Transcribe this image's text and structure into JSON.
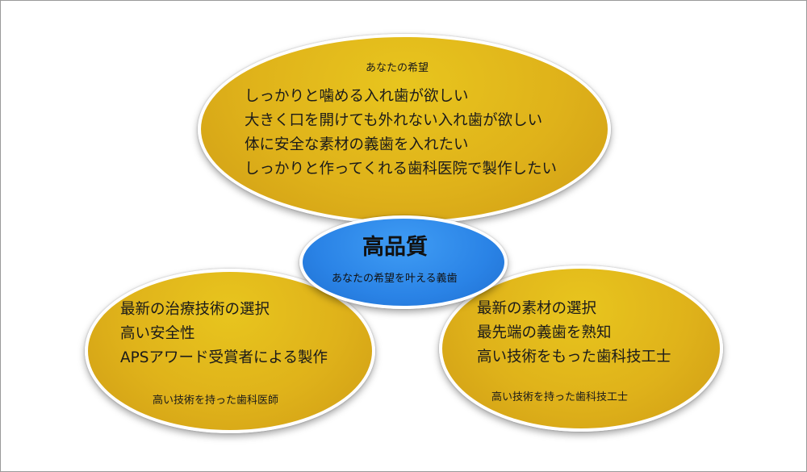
{
  "top_bubble": {
    "caption": "あなたの希望",
    "lines": [
      "しっかりと噛める入れ歯が欲しい",
      "大きく口を開けても外れない入れ歯が欲しい",
      "体に安全な素材の義歯を入れたい",
      "しっかりと作ってくれる歯科医院で製作したい"
    ]
  },
  "center_bubble": {
    "title": "高品質",
    "subtitle": "あなたの希望を叶える義歯"
  },
  "left_bubble": {
    "lines": [
      "最新の治療技術の選択",
      "高い安全性",
      "APSアワード受賞者による製作"
    ],
    "caption": "高い技術を持った歯科医師"
  },
  "right_bubble": {
    "lines": [
      "最新の素材の選択",
      "最先端の義歯を熟知",
      "高い技術をもった歯科技工士"
    ],
    "caption": "高い技術を持った歯科技工士"
  },
  "colors": {
    "gold": "#dfb21a",
    "blue": "#2a83e6",
    "text": "#1a1a1a"
  }
}
